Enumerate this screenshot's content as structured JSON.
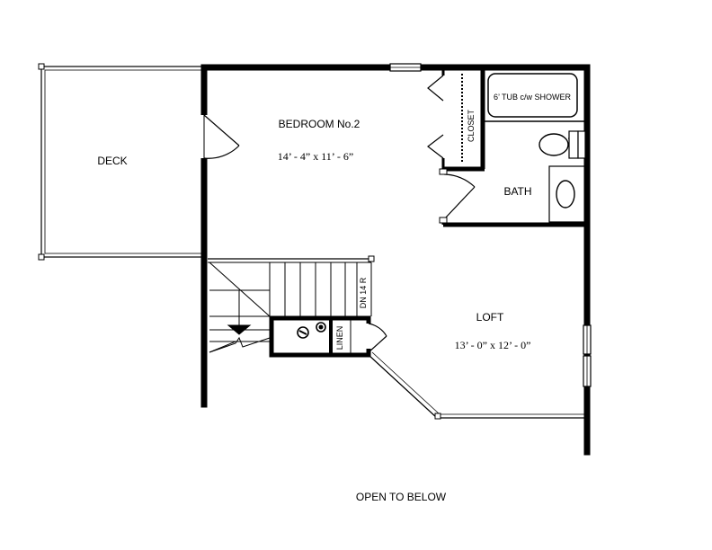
{
  "rooms": {
    "deck": {
      "name": "DECK"
    },
    "bedroom2": {
      "name": "BEDROOM No.2",
      "dimensions": "14’ - 4” x 11’ - 6”"
    },
    "bath": {
      "name": "BATH",
      "tub_label": "6’ TUB c/w SHOWER"
    },
    "closet": {
      "name": "CLOSET"
    },
    "loft": {
      "name": "LOFT",
      "dimensions": "13’ - 0” x 12’ - 0”"
    },
    "linen": {
      "name": "LINEN"
    }
  },
  "stairs": {
    "label": "DN 14 R"
  },
  "footer": {
    "note": "OPEN TO BELOW"
  }
}
